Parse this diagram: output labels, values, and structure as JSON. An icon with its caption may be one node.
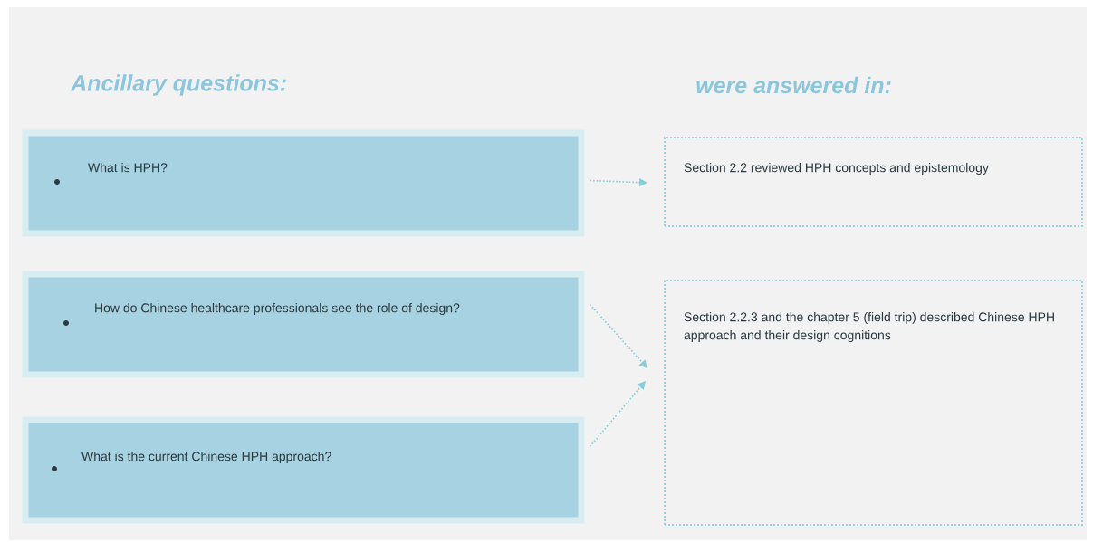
{
  "diagram": {
    "nodes": [
      {
        "text": [
          "What is HPH?"
        ]
      },
      {
        "text": [
          "How do Chinese healthcare professionals see the role of design?"
        ]
      },
      {
        "text": [
          "What is the current Chinese HPH approach?"
        ]
      },
      {
        "text": [
          "Section 2.2 reviewed HPH concepts and epistemology"
        ]
      },
      {
        "text": [
          "Section  2.2.3 and the chapter 5 (field trip) described Chinese HPH approach and their design cognitions"
        ]
      }
    ],
    "edges": [
      {
        "from": 0,
        "to": 3,
        "arrow": "to"
      },
      {
        "from": 1,
        "to": 4,
        "arrow": "to"
      },
      {
        "from": 2,
        "to": 4,
        "arrow": "to"
      }
    ],
    "labels": [
      "Ancillary questions:",
      "were answered in:"
    ]
  }
}
